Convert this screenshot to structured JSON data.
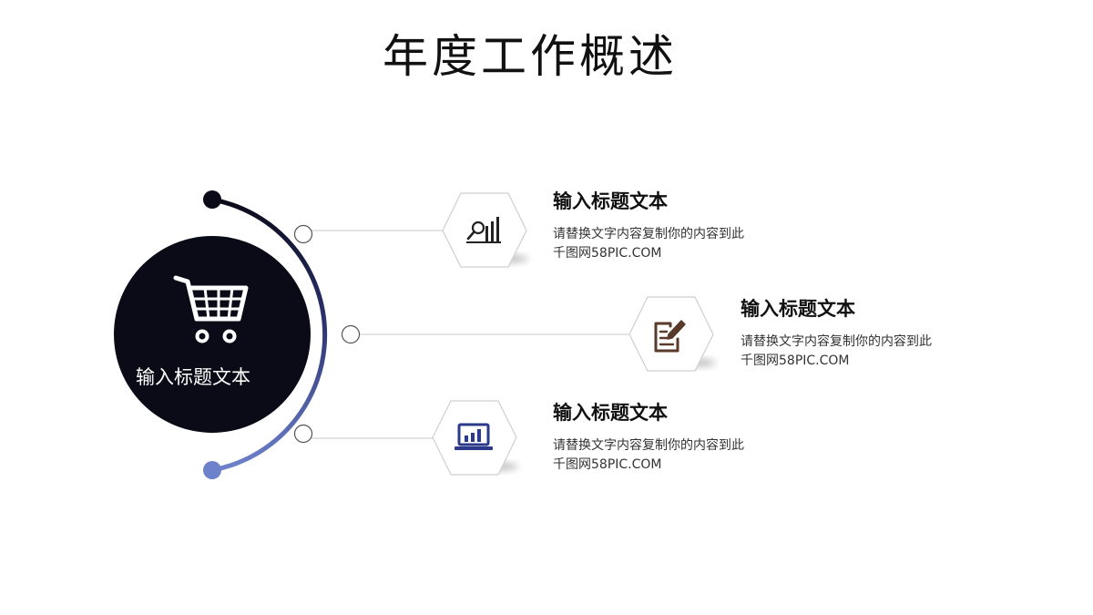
{
  "page": {
    "title": "年度工作概述"
  },
  "center": {
    "label": "输入标题文本",
    "icon": "shopping-cart-icon"
  },
  "items": [
    {
      "title": "输入标题文本",
      "desc_line1": "请替换文字内容复制你的内容到此",
      "desc_line2": "千图网58PIC.COM",
      "icon": "search-chart-icon",
      "icon_color": "#222222"
    },
    {
      "title": "输入标题文本",
      "desc_line1": "请替换文字内容复制你的内容到此",
      "desc_line2": "千图网58PIC.COM",
      "icon": "edit-note-icon",
      "icon_color": "#5a3a2a"
    },
    {
      "title": "输入标题文本",
      "desc_line1": "请替换文字内容复制你的内容到此",
      "desc_line2": "千图网58PIC.COM",
      "icon": "laptop-chart-icon",
      "icon_color": "#2b3a8a"
    }
  ],
  "colors": {
    "circle_fill": "#0b0b18",
    "arc_start": "#0b0b18",
    "arc_end": "#6e82cc",
    "connector": "#d4d4d4"
  }
}
